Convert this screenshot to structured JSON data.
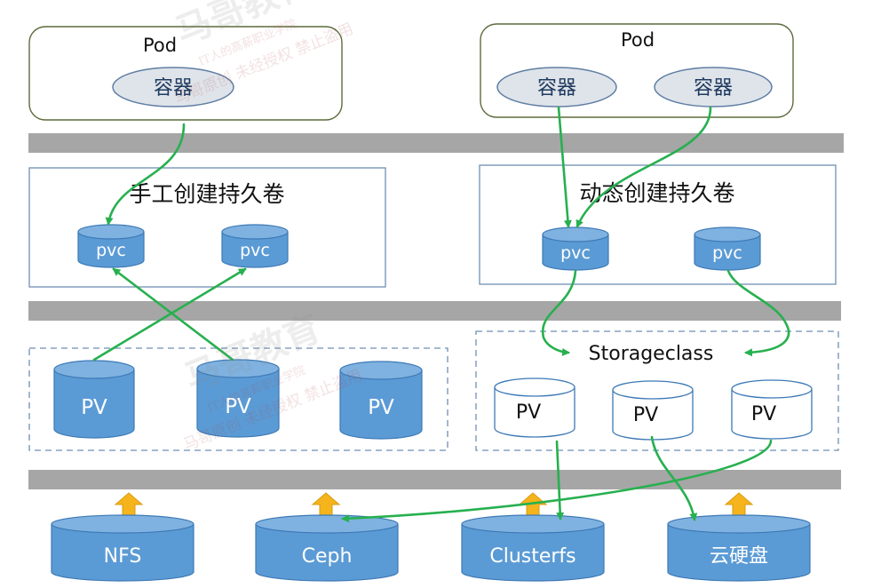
{
  "pods": [
    {
      "title": "Pod",
      "containers": [
        "容器"
      ]
    },
    {
      "title": "Pod",
      "containers": [
        "容器",
        "容器"
      ]
    }
  ],
  "manual": {
    "title": "手工创建持久卷",
    "pvcs": [
      "pvc",
      "pvc"
    ],
    "pvs": [
      "PV",
      "PV",
      "PV"
    ]
  },
  "dynamic": {
    "title": "动态创建持久卷",
    "pvcs": [
      "pvc",
      "pvc"
    ],
    "storageclass": "Storageclass",
    "pvs": [
      "PV",
      "PV",
      "PV"
    ]
  },
  "backends": [
    "NFS",
    "Ceph",
    "Clusterfs",
    "云硬盘"
  ],
  "watermark": {
    "brand": "马哥教育",
    "line1": "IT人的高薪职业学院",
    "line2": "马哥原创 未经授权 禁止盗用"
  },
  "colors": {
    "pod_border": "#5c6b3c",
    "container_fill": "#dfe4ea",
    "container_stroke": "#5f7ea3",
    "container_text": "#1f3a60",
    "band": "#a6a6a6",
    "panel_border": "#6f8fb4",
    "cylinder_fill": "#5b9bd5",
    "cylinder_top": "#7fb2e0",
    "cylinder_stroke": "#3d79b6",
    "arrow_green": "#27b04f",
    "arrow_orange": "#f5b41b"
  }
}
